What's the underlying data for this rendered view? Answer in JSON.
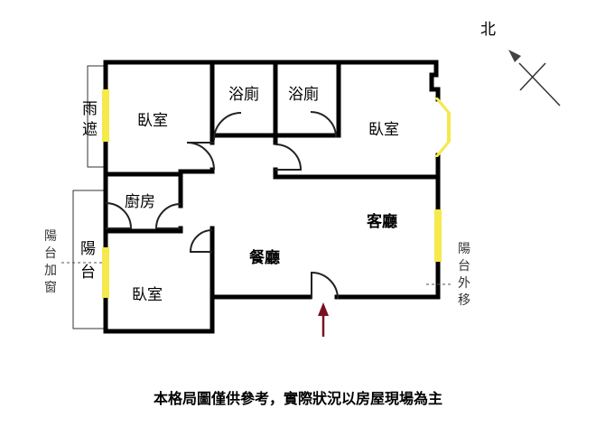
{
  "compass": {
    "north_label": "北"
  },
  "rooms": {
    "rain_shelter": "雨遮",
    "bedroom_nw": "臥室",
    "bathroom_1": "浴廁",
    "bathroom_2": "浴廁",
    "bedroom_ne": "臥室",
    "kitchen": "廚房",
    "balcony": "陽台",
    "bedroom_sw": "臥室",
    "dining": "餐廳",
    "living": "客廳"
  },
  "notes": {
    "balcony_window_left": "陽台加窗",
    "balcony_moved_right": "陽台外移"
  },
  "disclaimer": "本格局圖僅供參考，實際狀況以房屋現場為主",
  "colors": {
    "wall": "#000000",
    "window": "#f5e94b",
    "entrance_arrow": "#7a1020"
  }
}
